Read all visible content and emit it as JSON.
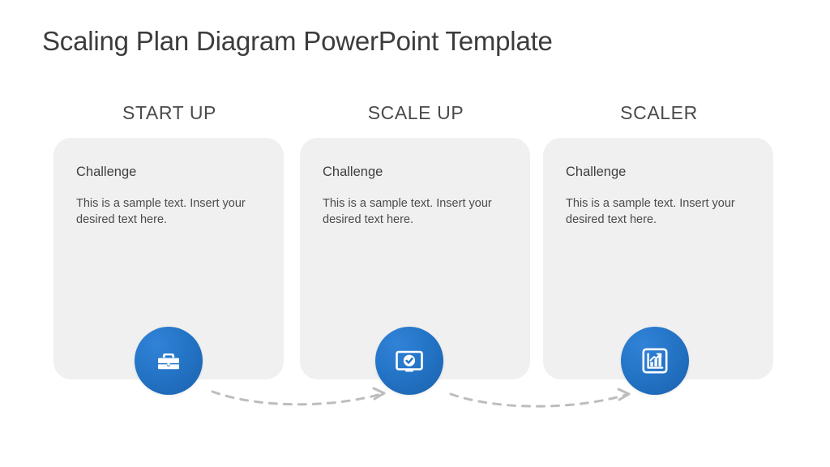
{
  "slide": {
    "title": "Scaling Plan Diagram PowerPoint Template",
    "background_color": "#ffffff",
    "title_color": "#3c3c3c"
  },
  "theme": {
    "accent_color": "#2474c6",
    "accent_color_light": "#3183d8",
    "accent_color_dark": "#1b62ae",
    "card_background": "#f0f0f0",
    "connector_color": "#bdbdbd",
    "body_text_color": "#4b4b4b"
  },
  "stages": [
    {
      "heading": "START UP",
      "card_heading": "Challenge",
      "card_body": "This is a sample text. Insert your desired text here.",
      "icon": "briefcase-icon"
    },
    {
      "heading": "SCALE UP",
      "card_heading": "Challenge",
      "card_body": "This is a sample text. Insert your desired text here.",
      "icon": "monitor-check-icon"
    },
    {
      "heading": "SCALER",
      "card_heading": "Challenge",
      "card_body": "This is a sample text. Insert your desired text here.",
      "icon": "bar-chart-growth-icon"
    }
  ],
  "connectors": [
    {
      "name": "arrow-startup-to-scaleup",
      "style": "dashed-curved-arrow"
    },
    {
      "name": "arrow-scaleup-to-scaler",
      "style": "dashed-curved-arrow"
    }
  ]
}
